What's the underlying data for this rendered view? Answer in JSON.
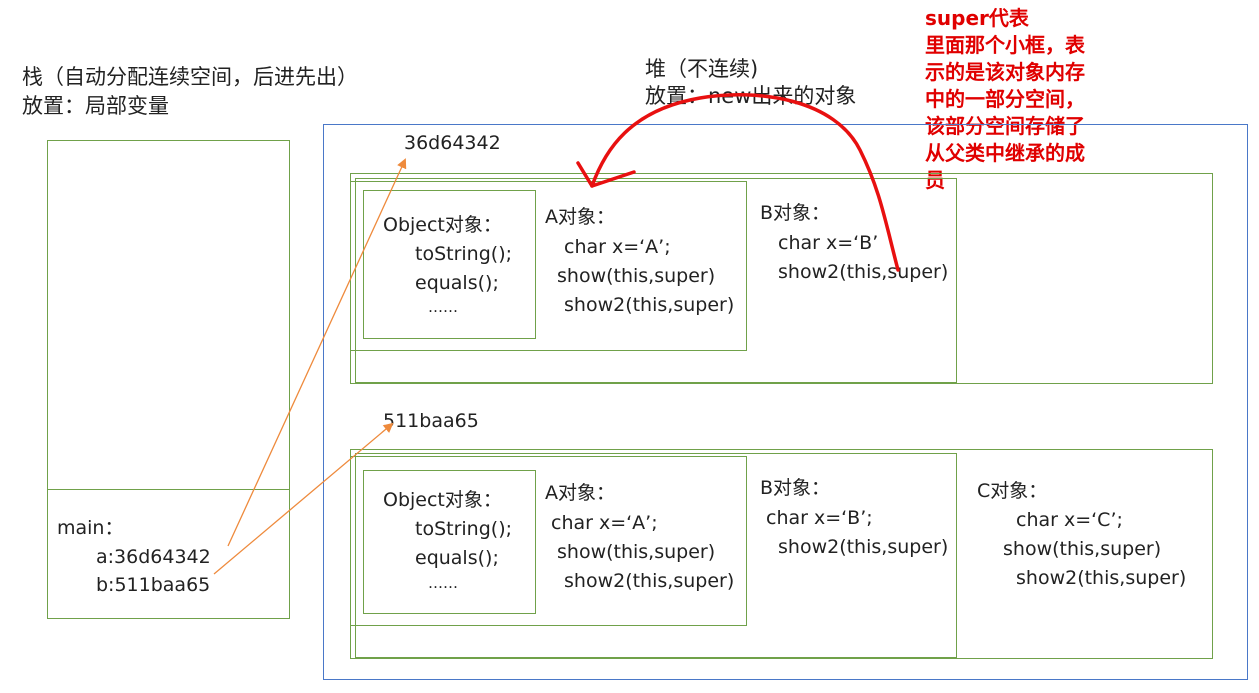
{
  "stack": {
    "title": "栈（自动分配连续空间，后进先出）",
    "subtitle": "放置：局部变量",
    "main_label": "main：",
    "var_a": "a:36d64342",
    "var_b": "b:511baa65"
  },
  "heap": {
    "title": "堆（不连续)",
    "subtitle": "放置：new出来的对象"
  },
  "note": {
    "lines": [
      "super代表",
      "里面那个小框，表",
      "示的是该对象内存",
      "中的一部分空间，",
      "该部分空间存储了",
      "从父类中继承的成",
      "员"
    ]
  },
  "colors": {
    "green_border": "#70a14a",
    "blue_border": "#4a78c8",
    "arrow_orange": "#ee8a3c",
    "note_red": "#e00000"
  },
  "object1": {
    "address": "36d64342",
    "obj_title": "Object对象：",
    "obj_m1": "toString();",
    "obj_m2": "equals();",
    "obj_m3": "……",
    "a_title": "A对象：",
    "a_l1": "char x=‘A’;",
    "a_l2": "show(this,super)",
    "a_l3": "show2(this,super)",
    "b_title": "B对象：",
    "b_l1": "char x=‘B’",
    "b_l2": "show2(this,super)"
  },
  "object2": {
    "address": "511baa65",
    "obj_title": "Object对象：",
    "obj_m1": "toString();",
    "obj_m2": "equals();",
    "obj_m3": "……",
    "a_title": "A对象：",
    "a_l1": "char x=‘A’;",
    "a_l2": "show(this,super)",
    "a_l3": "show2(this,super)",
    "b_title": "B对象：",
    "b_l1": "char x=‘B’;",
    "b_l2": "show2(this,super)",
    "c_title": "C对象：",
    "c_l1": "char x=‘C’;",
    "c_l2": "show(this,super)",
    "c_l3": "show2(this,super)"
  }
}
